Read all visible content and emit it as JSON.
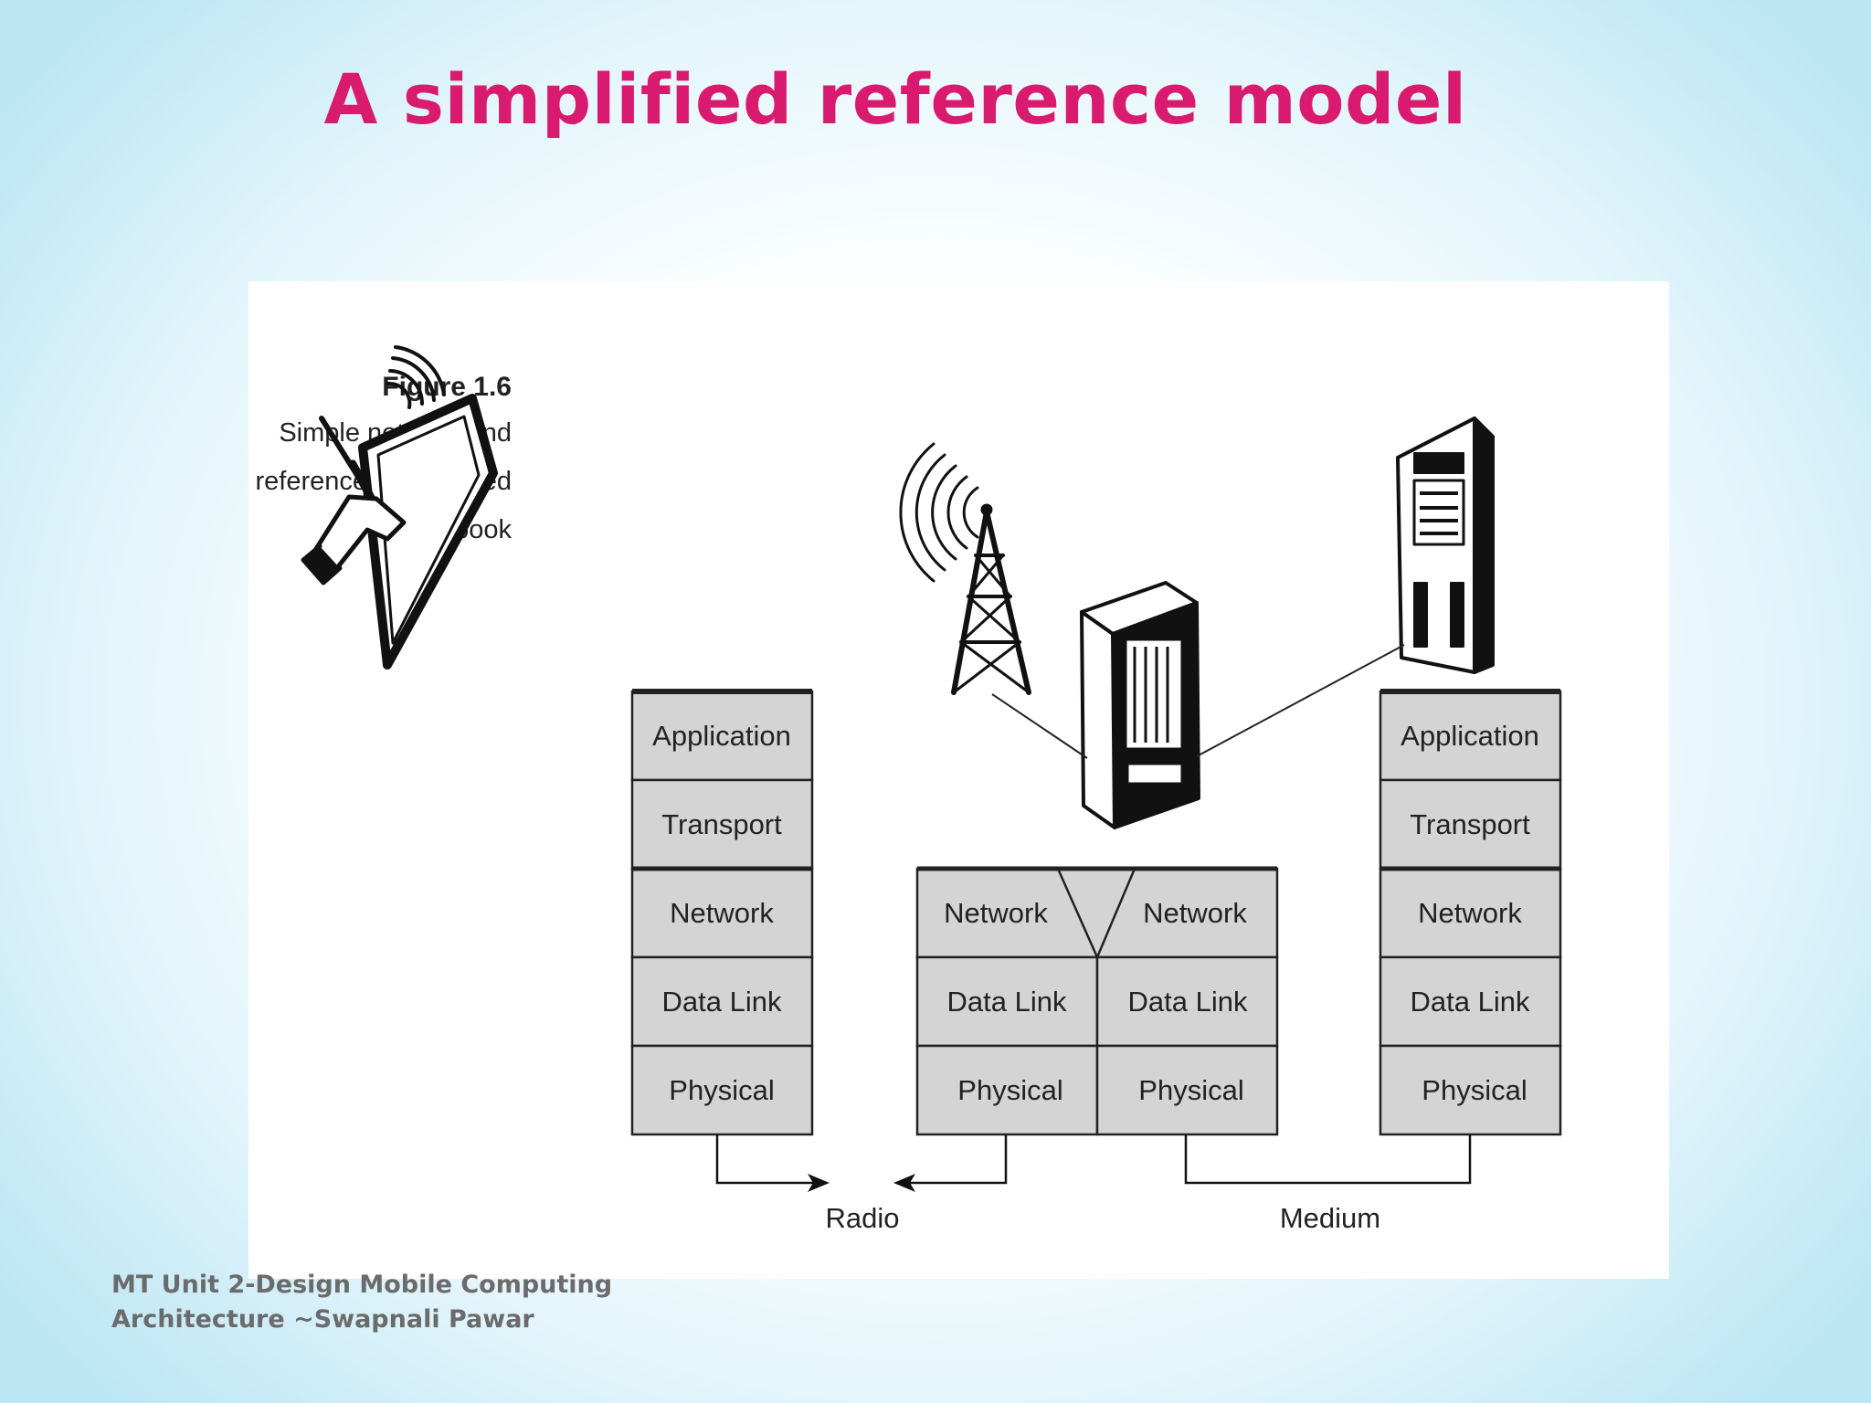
{
  "slide": {
    "title": "A simplified reference model",
    "footer_line1": "MT Unit 2-Design Mobile Computing",
    "footer_line2": "Architecture ~Swapnali Pawar"
  },
  "figure": {
    "number": "Figure 1.6",
    "caption_lines": [
      "Simple network and",
      "reference model used",
      "in this book"
    ],
    "left_stack": [
      "Application",
      "Transport",
      "Network",
      "Data Link",
      "Physical"
    ],
    "router_stack": {
      "network_left": "Network",
      "network_right": "Network",
      "datalink_left": "Data Link",
      "datalink_right": "Data Link",
      "physical_left": "Physical",
      "physical_right": "Physical"
    },
    "right_stack": [
      "Application",
      "Transport",
      "Network",
      "Data Link",
      "Physical"
    ],
    "link_radio": "Radio",
    "link_medium": "Medium"
  },
  "colors": {
    "title": "#d81b6e",
    "layer_fill": "#d4d4d4",
    "line": "#1a1a1a",
    "footer": "#6b6b6b"
  },
  "icons": [
    "tablet-pen-icon",
    "radio-tower-icon",
    "router-icon",
    "server-icon"
  ]
}
